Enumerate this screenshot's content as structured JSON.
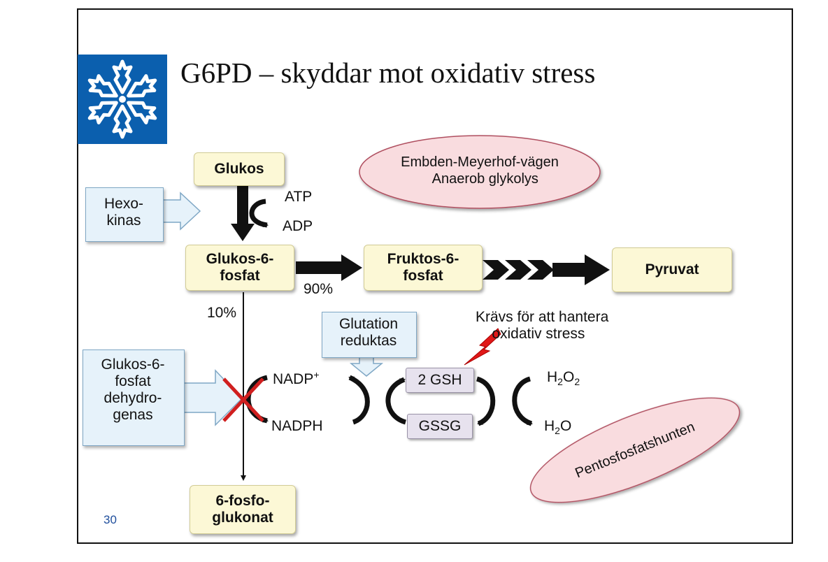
{
  "slide": {
    "title": "G6PD – skyddar mot oxidativ stress",
    "slide_number": "30"
  },
  "nodes": {
    "glukos": "Glukos",
    "glukos_6_fosfat": "Glukos-6-\nfosfat",
    "fruktos_6_fosfat": "Fruktos-6-\nfosfat",
    "pyruvat": "Pyruvat",
    "fosfoglukonat": "6-fosfo-\nglukonat"
  },
  "enzymes": {
    "hexokinas": "Hexo-\nkinas",
    "g6pd": "Glukos-6-\nfosfat\ndehydro-\ngenas",
    "glutation_reduktas": "Glutation\nreduktas"
  },
  "labels": {
    "atp": "ATP",
    "adp": "ADP",
    "pct_90": "90%",
    "pct_10": "10%",
    "nadp_plus": "NADP",
    "nadp_plus_sup": "+",
    "nadph": "NADPH",
    "gsh": "2 GSH",
    "gssg": "GSSG",
    "h2o2_a": "H",
    "h2o2_b": "2",
    "h2o2_c": "O",
    "h2o2_d": "2",
    "h2o_a": "H",
    "h2o_b": "2",
    "h2o_c": "O",
    "kravs": "Krävs för att hantera\n    oxidativ stress"
  },
  "ovals": {
    "embden": "Embden-Meyerhof-vägen\n   Anaerob glykolys",
    "pentos": "Pentosfosfatshunten"
  },
  "colors": {
    "logo_blue": "#0b5fae",
    "node_fill": "#fcf8d6",
    "callout_fill": "#e6f2fa",
    "callout_border": "#7fa7c5",
    "oval_fill": "#f9dcdf",
    "oval_border": "#b05060",
    "inhibition_red": "#d01f1f",
    "glutathione_fill": "#e7e2ee"
  }
}
